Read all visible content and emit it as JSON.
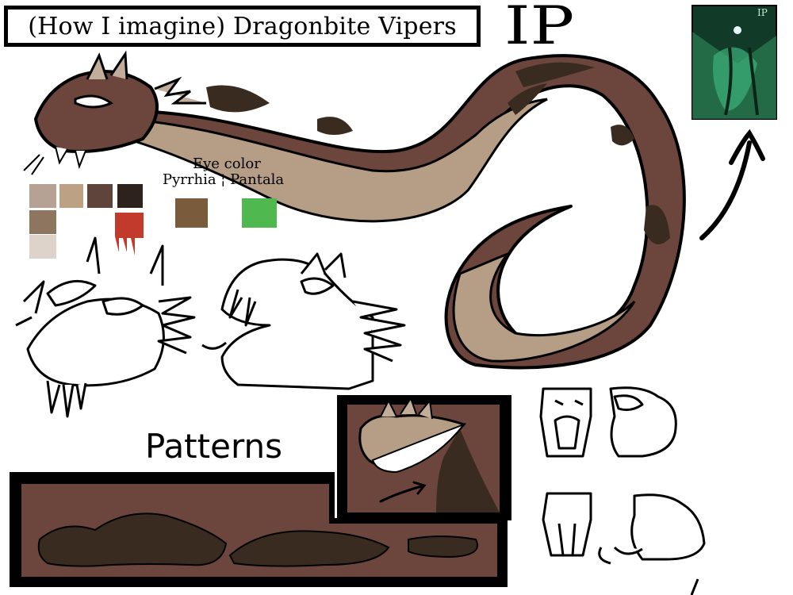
{
  "title": "(How I imagine) Dragonbite Vipers",
  "signature": "IP",
  "eye_color": {
    "title": "Eye color",
    "labels": "Pyrrhia ¦ Pantala",
    "pyrrhia_color": "#7a5c3c",
    "pantala_color": "#4fb84f"
  },
  "palette": [
    "#b5a294",
    "#bca185",
    "#5f443b",
    "#2e231c",
    "#8e755f",
    "#ded3cb",
    "#c23a2b"
  ],
  "patterns_label": "Patterns",
  "colors": {
    "body": "#6c463d",
    "belly": "#b59d86",
    "spots": "#3a2b20",
    "horns": "#c1ad99",
    "reference_bg": "#1e5a3c"
  }
}
